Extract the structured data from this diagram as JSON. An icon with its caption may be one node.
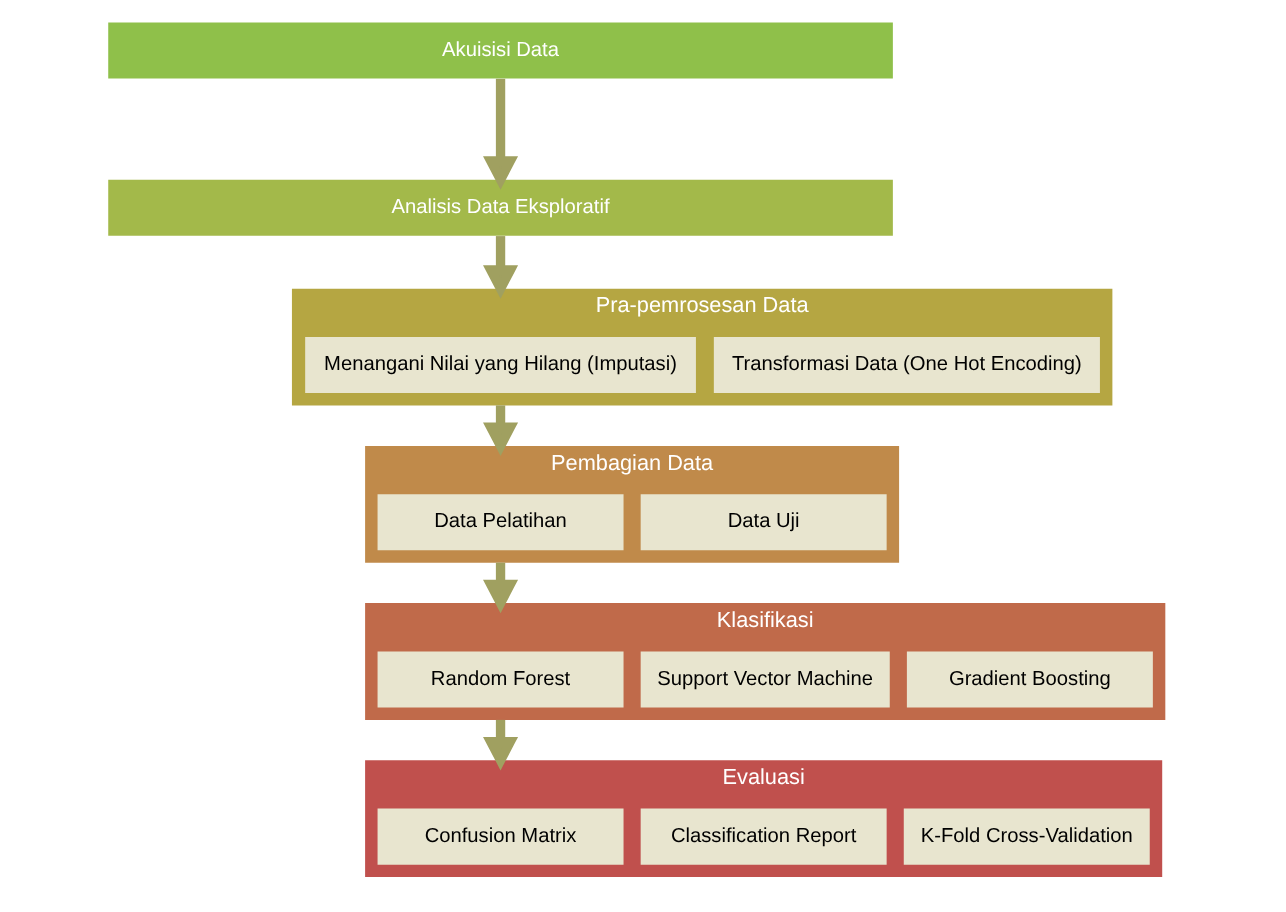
{
  "diagram": {
    "nodes": [
      {
        "text": [
          "Akuisisi Data"
        ]
      },
      {
        "text": [
          "Analisis Data Eksploratif"
        ]
      },
      {
        "text": [
          "Pra-pemrosesan Data"
        ]
      },
      {
        "text": [
          "Menangani Nilai yang Hilang (Imputasi)"
        ],
        "in": 2
      },
      {
        "text": [
          "Transformasi Data (One Hot Encoding)"
        ],
        "in": 2
      },
      {
        "text": [
          "Pembagian Data"
        ]
      },
      {
        "text": [
          "Data Pelatihan"
        ],
        "in": 5
      },
      {
        "text": [
          "Data Uji"
        ],
        "in": 5
      },
      {
        "text": [
          "Klasifikasi"
        ]
      },
      {
        "text": [
          "Random Forest"
        ],
        "in": 8
      },
      {
        "text": [
          "Support Vector Machine"
        ],
        "in": 8
      },
      {
        "text": [
          "Gradient Boosting"
        ],
        "in": 8
      },
      {
        "text": [
          "Evaluasi"
        ]
      },
      {
        "text": [
          "Confusion Matrix"
        ],
        "in": 12
      },
      {
        "text": [
          "Classification Report"
        ],
        "in": 12
      },
      {
        "text": [
          "K-Fold Cross-Validation"
        ],
        "in": 12
      }
    ],
    "edges": [
      {
        "from": 0,
        "to": 1,
        "arrow": "to"
      },
      {
        "from": 1,
        "to": 2,
        "arrow": "to"
      },
      {
        "from": 2,
        "to": 5,
        "arrow": "to"
      },
      {
        "from": 5,
        "to": 8,
        "arrow": "to"
      },
      {
        "from": 8,
        "to": 12,
        "arrow": "to"
      }
    ]
  }
}
